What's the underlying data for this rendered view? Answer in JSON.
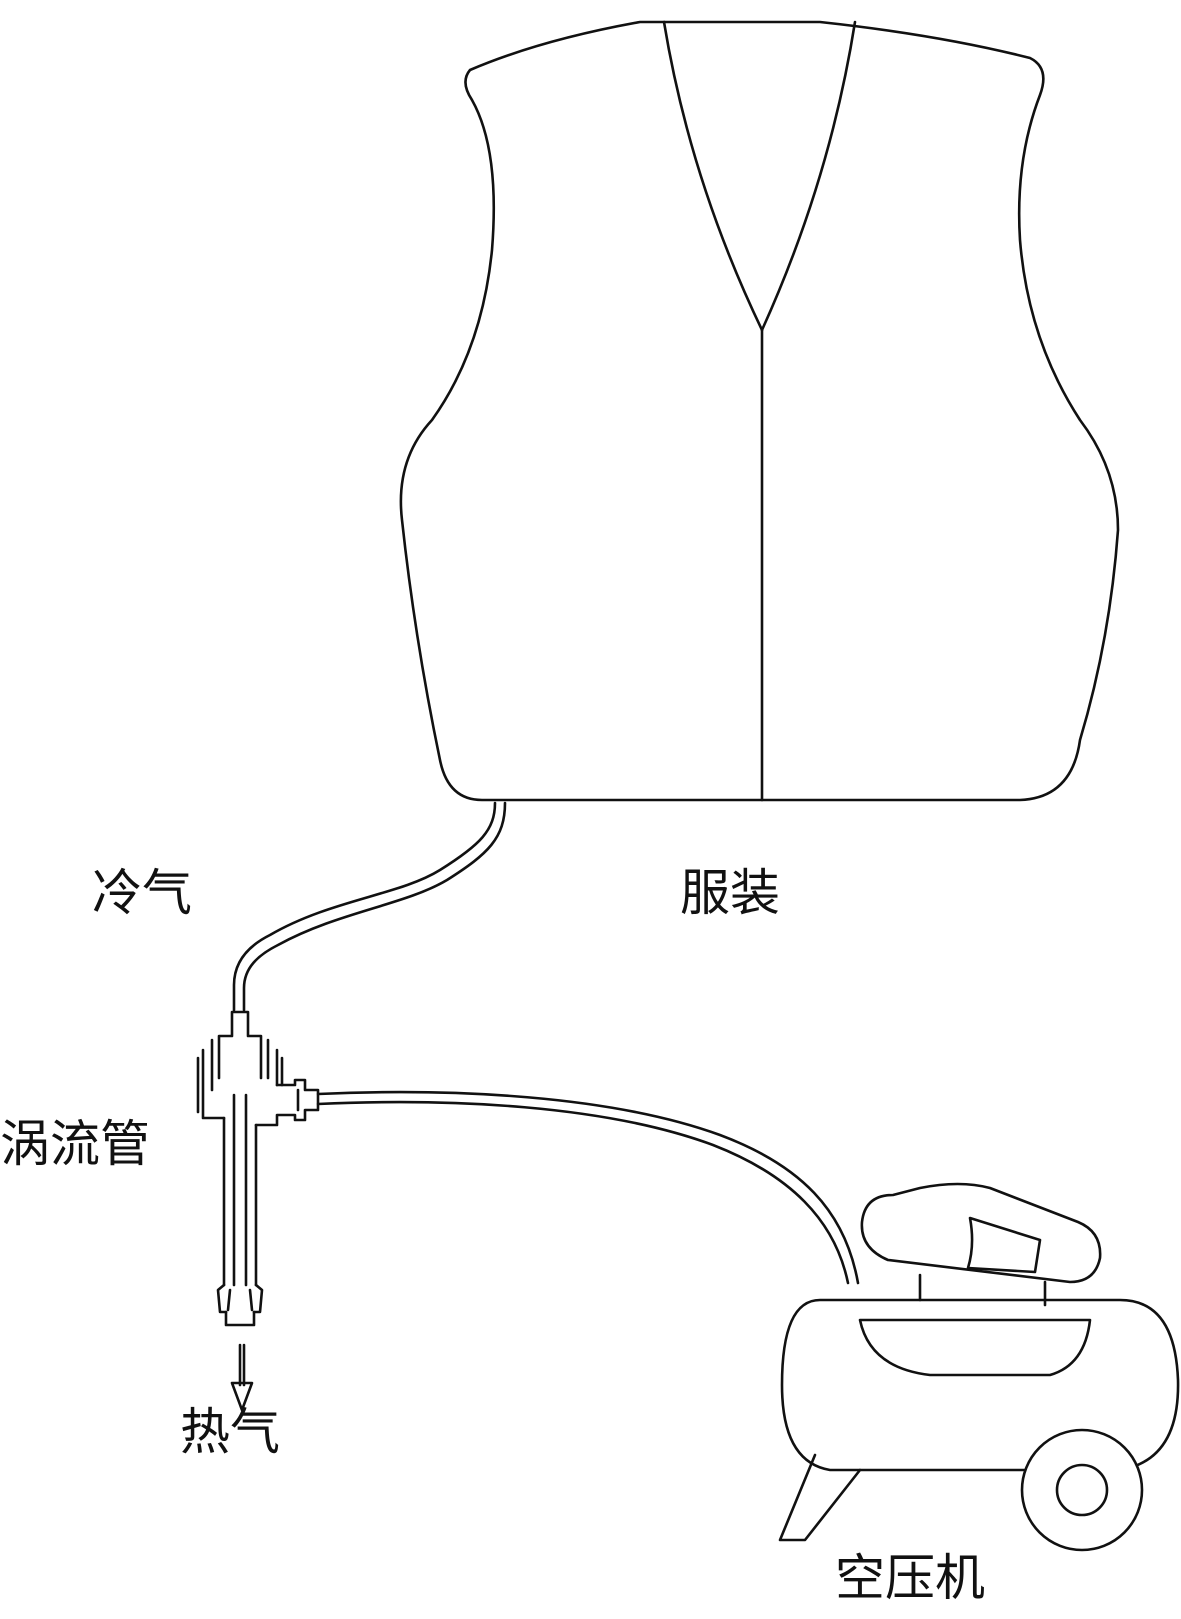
{
  "labels": {
    "cold_air": "冷气",
    "garment": "服装",
    "vortex_tube": "涡流管",
    "hot_air": "热气",
    "air_compressor": "空压机"
  },
  "colors": {
    "line": "#111111",
    "background": "#ffffff"
  }
}
